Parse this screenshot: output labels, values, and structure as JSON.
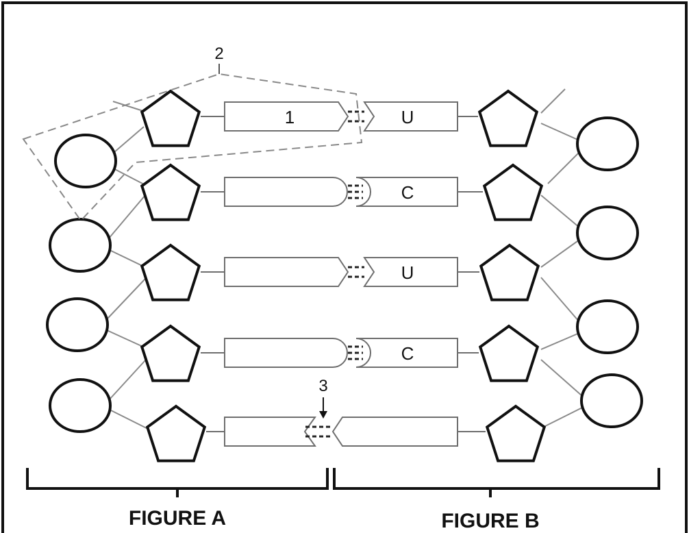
{
  "labels": {
    "part_1": "1",
    "part_2": "2",
    "part_3": "3"
  },
  "bases_figure_b": [
    "U",
    "C",
    "U",
    "C",
    ""
  ],
  "figure_a": {
    "caption": "FIGURE A"
  },
  "figure_b": {
    "caption": "FIGURE B"
  },
  "colors": {
    "outline": "#111111",
    "thin_line": "#8a8a8a",
    "box_line": "#6e6e6e",
    "dashed": "#888888"
  }
}
